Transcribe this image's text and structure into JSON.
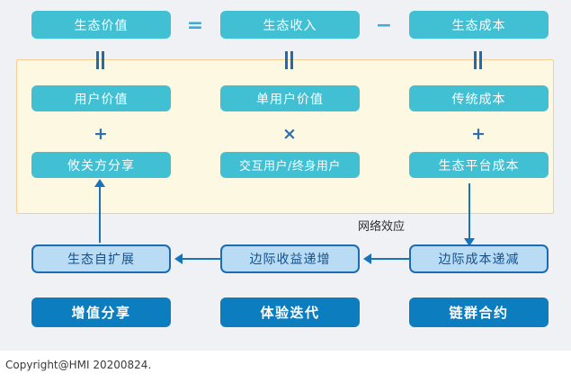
{
  "diagram": {
    "title_row": {
      "boxes": [
        {
          "label": "生态价值"
        },
        {
          "label": "生态收入"
        },
        {
          "label": "生态成本"
        }
      ],
      "operators": [
        {
          "symbol": "="
        },
        {
          "symbol": "−"
        }
      ]
    },
    "panel": {
      "equals_bars": [
        "‖",
        "‖",
        "‖"
      ],
      "row_middle": [
        {
          "label": "用户价值"
        },
        {
          "label": "单用户价值"
        },
        {
          "label": "传统成本"
        }
      ],
      "operators": [
        {
          "symbol": "+"
        },
        {
          "symbol": "×"
        },
        {
          "symbol": "+"
        }
      ],
      "row_bottom": [
        {
          "label": "攸关方分享"
        },
        {
          "label": "交互用户/终身用户"
        },
        {
          "label": "生态平台成本"
        }
      ]
    },
    "effects": {
      "note": "网络效应",
      "boxes": [
        {
          "label": "生态自扩展"
        },
        {
          "label": "边际收益递增"
        },
        {
          "label": "边际成本递减"
        }
      ]
    },
    "outcomes": [
      {
        "label": "增值分享"
      },
      {
        "label": "体验迭代"
      },
      {
        "label": "链群合约"
      }
    ],
    "footer": {
      "copyright": "Copyright@HMI 20200824."
    },
    "colors": {
      "teal": "#41c0d4",
      "panel_fill": "#fdf8e2",
      "panel_border": "#f6cf95",
      "light_blue_fill": "#b9dcf4",
      "light_blue_border": "#1b6cb4",
      "solid_blue": "#0c7dbf",
      "arrow": "#1874ba",
      "stage_bg": "#f0f1f4"
    }
  }
}
